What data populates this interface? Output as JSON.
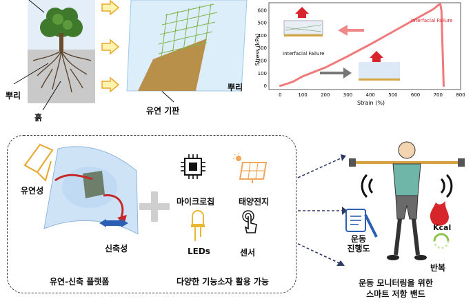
{
  "top": {
    "root_label_left": "뿌리",
    "soil_label": "흙",
    "root_label_right": "뿌리",
    "substrate_label": "유연 기판"
  },
  "chart_data": {
    "type": "line",
    "xlabel": "Strain (%)",
    "ylabel": "Stress (kPa)",
    "xlim": [
      -50,
      800
    ],
    "ylim": [
      -30,
      660
    ],
    "x_ticks": [
      "0",
      "100",
      "200",
      "300",
      "400",
      "500",
      "600",
      "700",
      "800"
    ],
    "y_ticks": [
      "0",
      "100",
      "200",
      "300",
      "400",
      "500",
      "600"
    ],
    "series": [
      {
        "x": [
          0,
          20,
          40,
          60,
          80,
          95
        ],
        "y": [
          0,
          10,
          22,
          35,
          55,
          70
        ]
      },
      {
        "x": [
          95,
          100,
          150,
          200,
          300,
          400,
          500,
          600,
          680,
          700,
          710,
          715,
          720,
          725
        ],
        "y": [
          70,
          75,
          110,
          145,
          235,
          330,
          430,
          530,
          610,
          640,
          650,
          600,
          300,
          0
        ]
      }
    ],
    "annotations": {
      "failure_top": "Interfacial Failure",
      "failure_bottom": "Interfacial Failure"
    }
  },
  "bottom": {
    "flexibility_label": "유연성",
    "stretch_label": "신축성",
    "platform_label": "유연-신축 플랫폼",
    "device_microchip": "마이크로칩",
    "device_solar": "태양전지",
    "device_led": "LEDs",
    "device_sensor": "센서",
    "devices_caption": "다양한 기능소자 활용 가능",
    "progress_label": "운동\n진행도",
    "kcal_label": "Kcal",
    "repeat_label": "반복",
    "band_caption_1": "운동 모니터링을 위한",
    "band_caption_2": "스마트 저항 밴드"
  },
  "colors": {
    "curve": "#f07a7a",
    "arrow_fill": "#fff3b0",
    "arrow_stroke": "#e8a72a",
    "failure_text": "#d7262b",
    "accent_blue": "#2b5fb3"
  }
}
